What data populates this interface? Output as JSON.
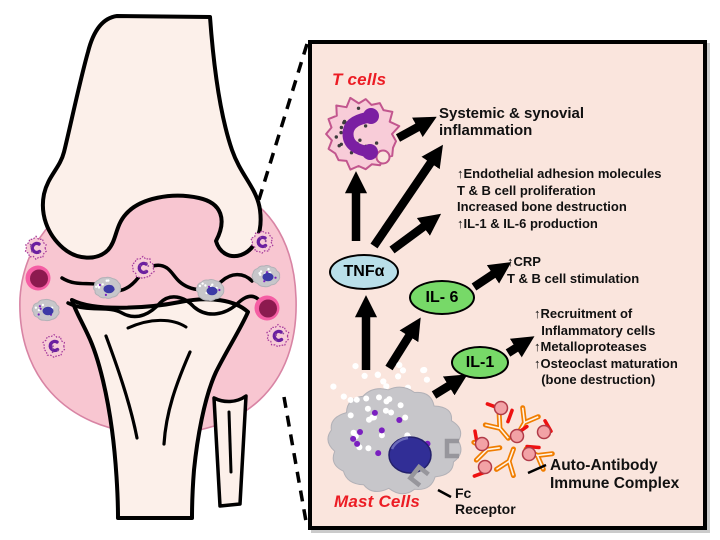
{
  "panel": {
    "t_cells_label": "T cells",
    "systemic_text": "Systemic & synovial\ninflammation",
    "tnf_effects": "↑Endothelial adhesion molecules\nT & B cell proliferation\nIncreased bone destruction\n↑IL-1 & IL-6 production",
    "tnfa_label": "TNFα",
    "il6_label": "IL- 6",
    "il6_effects": "↑CRP\nT & B cell stimulation",
    "il1_label": "IL-1",
    "il1_effects": "↑Recruitment of\n  Inflammatory cells\n↑Metalloproteases\n↑Osteoclast maturation\n  (bone destruction)",
    "mast_cells_label": "Mast Cells",
    "fc_receptor_label": "Fc\nReceptor",
    "auto_antibody_label": "Auto-Antibody\nImmune Complex",
    "colors": {
      "red_label": "#ec1c24",
      "panel_bg": "#fae5dd",
      "tnfa_fill": "#b9dfe9",
      "interleukin_fill": "#77d968",
      "arrow_black": "#000000",
      "synovium_pink": "#f8c6d1",
      "bone_fill": "#fcf0ea",
      "mast_cell_gray": "#c7c6ca",
      "antibody_orange": "#f07d00"
    }
  }
}
